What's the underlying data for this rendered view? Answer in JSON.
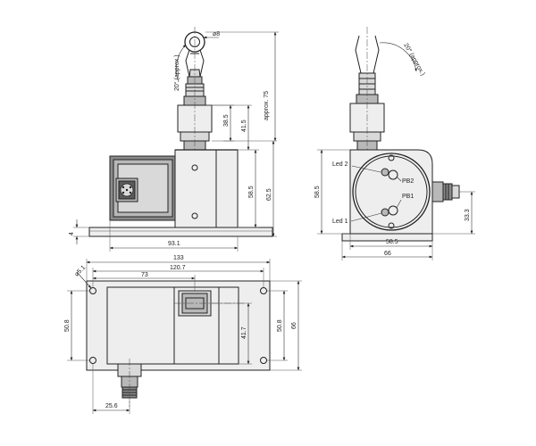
{
  "front_view": {
    "hole_dia": "8",
    "angle": "20° (approx.)",
    "dim_length": "approx. 75",
    "dim_38_5": "38.5",
    "dim_41_5": "41.5",
    "dim_58_5": "58.5",
    "dim_62_5": "62.5",
    "dim_4": "4",
    "dim_93_1": "93.1"
  },
  "side_view": {
    "angle": "20° (approx.)",
    "led2": "Led 2",
    "led1": "Led 1",
    "pb2": "PB2",
    "pb1": "PB1",
    "dim_58_5": "58.5",
    "dim_33_3": "33.3",
    "dim_width_58_5": "58.5",
    "dim_66": "66"
  },
  "top_view": {
    "dim_133": "133",
    "dim_120_7": "120.7",
    "dim_73": "73",
    "dim_hole": "5.1",
    "dim_50_8_left": "50.8",
    "dim_41_7": "41.7",
    "dim_50_8_right": "50.8",
    "dim_66": "66",
    "dim_25_6": "25.6"
  }
}
